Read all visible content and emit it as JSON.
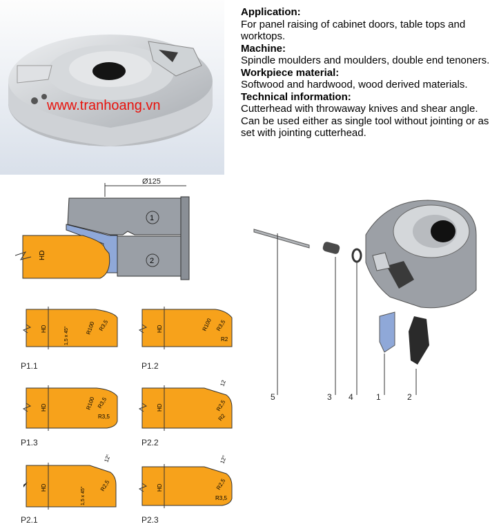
{
  "watermark": "www.tranhoang.vn",
  "info": {
    "application_heading": "Application:",
    "application_text": "For panel raising of cabinet doors, table tops and worktops.",
    "machine_heading": "Machine:",
    "machine_text": "Spindle moulders and moulders, double end tenoners.",
    "material_heading": "Workpiece material:",
    "material_text": "Softwood and hardwood, wood derived materials.",
    "technical_heading": "Technical information:",
    "technical_text": "Cutterhead with throwaway knives and shear angle. Can be used either as single tool without jointing or as set with jointing cutterhead."
  },
  "assembly": {
    "diameter": "Ø125",
    "part1": "1",
    "part2": "2",
    "hd": "HD"
  },
  "profiles": {
    "p11": {
      "label": "P1.1",
      "hd": "HD",
      "chamfer": "1,5 x 45°",
      "r_large": "R100",
      "r_small": "R3,5"
    },
    "p12": {
      "label": "P1.2",
      "hd": "HD",
      "r_large": "R100",
      "r_small": "R3,5",
      "r_edge": "R2"
    },
    "p13": {
      "label": "P1.3",
      "hd": "HD",
      "r_large": "R100",
      "r_small": "R3,5",
      "r_bottom": "R3,5"
    },
    "p22": {
      "label": "P2.2",
      "hd": "HD",
      "angle": "12°",
      "r_a": "R2,5",
      "r_b": "R2"
    },
    "p21": {
      "label": "P2.1",
      "hd": "HD",
      "angle": "12°",
      "chamfer": "1,5 x 45°",
      "r_a": "R2,5"
    },
    "p23": {
      "label": "P2.3",
      "hd": "HD",
      "angle": "12°",
      "r_a": "R2,5",
      "r_b": "R3,5"
    }
  },
  "exploded": {
    "n5": "5",
    "n3": "3",
    "n4": "4",
    "n1": "1",
    "n2": "2"
  },
  "colors": {
    "wood": "#f7a21b",
    "steel": "#9a9fa6",
    "knife": "#8fa8d8",
    "watermark": "#e8120c"
  }
}
